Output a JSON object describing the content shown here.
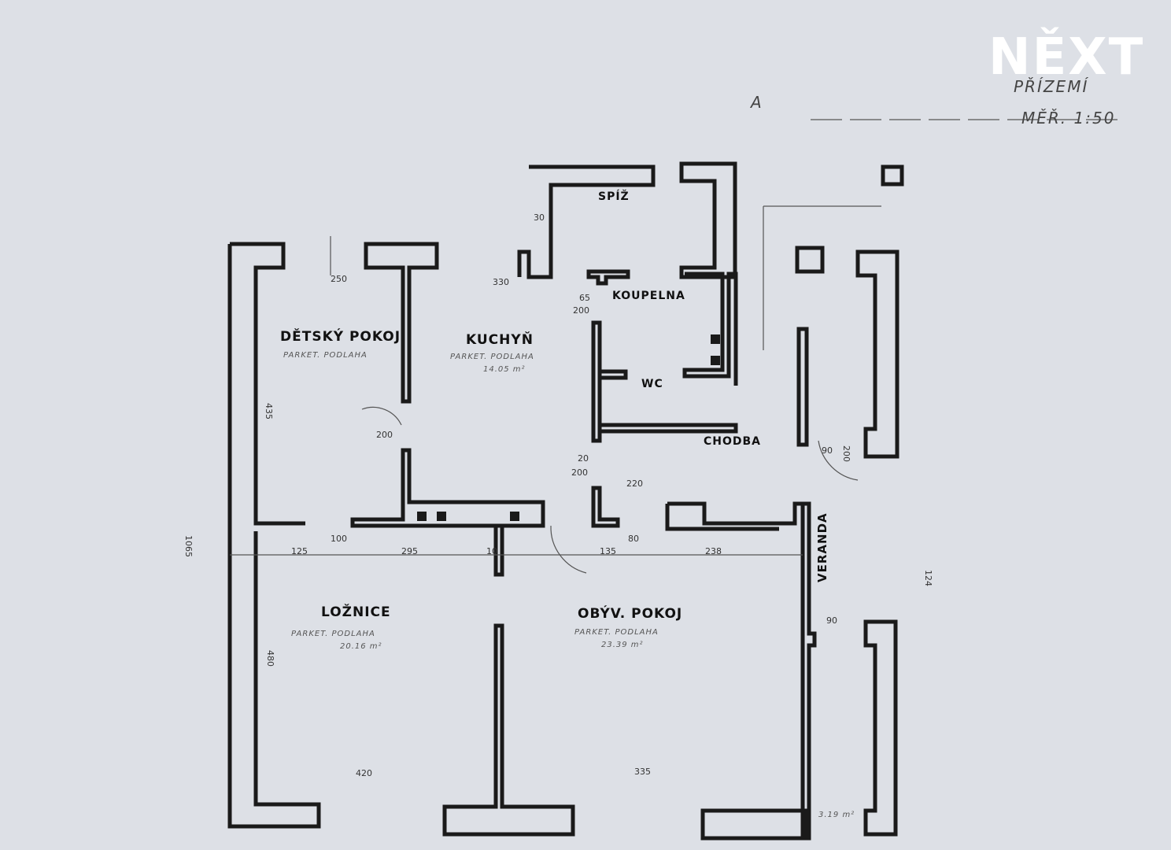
{
  "brand": {
    "logo_text": "NĚXT",
    "color": "#ffffff"
  },
  "header": {
    "floor": "PŘÍZEMÍ",
    "scale": "MĚŘ. 1:50",
    "section_mark": "A"
  },
  "rooms": {
    "detsky_pokoj": "DĚTSKÝ POKOJ",
    "detsky_pokoj_floor": "PARKET. PODLAHA",
    "kuchyn": "KUCHYŇ",
    "kuchyn_floor": "PARKET. PODLAHA",
    "kuchyn_area": "14.05 m²",
    "spiz": "SPÍŽ",
    "koupelna": "KOUPELNA",
    "wc": "WC",
    "chodba": "CHODBA",
    "loznice": "LOŽNICE",
    "loznice_floor": "PARKET. PODLAHA",
    "loznice_area": "20.16 m²",
    "obyv_pokoj": "OBÝV. POKOJ",
    "obyv_pokoj_floor": "PARKET. PODLAHA",
    "obyv_pokoj_area": "23.39 m²",
    "veranda": "VERANDA",
    "veranda_area": "3.19 m²"
  },
  "dimensions": {
    "d250": "250",
    "d330": "330",
    "d30": "30",
    "d200a": "200",
    "d200b": "200",
    "d200c": "200",
    "d20": "20",
    "d220": "220",
    "d125": "125",
    "d295": "295",
    "d135": "135",
    "d238": "238",
    "d420": "420",
    "d335": "335",
    "d1065": "1065",
    "d480": "480",
    "d435": "435",
    "d90a": "90",
    "d90b": "90",
    "d200v": "200",
    "d124": "124",
    "d80": "80",
    "d100": "100",
    "d10": "10",
    "d65": "65"
  }
}
